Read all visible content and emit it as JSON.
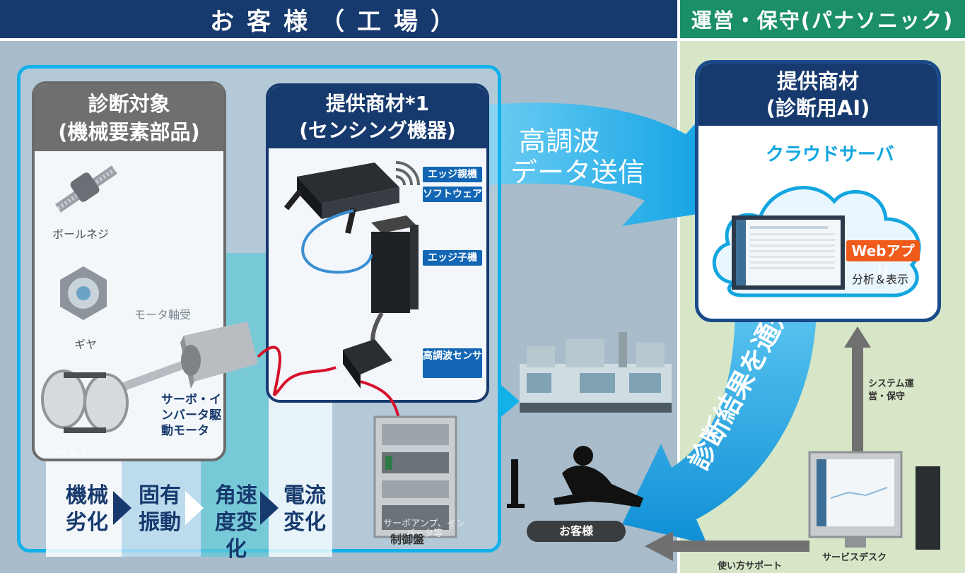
{
  "header": {
    "customer": "お客様（工場）",
    "operation": "運営・保守(パナソニック)"
  },
  "diagnosis": {
    "title_line1": "診断対象",
    "title_line2": "(機械要素部品)",
    "parts": {
      "ball_screw": "ボールネジ",
      "gear": "ギヤ",
      "motor_bearing": "モータ軸受",
      "belt": "ベルト",
      "servo_motor": "サーボ・インバータ駆動モータ"
    },
    "stages": [
      "機械劣化",
      "固有振動",
      "角速度変化",
      "電流変化"
    ]
  },
  "sensing": {
    "title_line1": "提供商材*1",
    "title_line2": "(センシング機器)",
    "tags": {
      "edge_parent": "エッジ親機",
      "software": "ソフトウェア",
      "edge_child": "エッジ子機",
      "hf_sensor": "高調波センサ"
    }
  },
  "flow": {
    "send_line1": "高調波",
    "send_line2": "データ送信",
    "notify": "診断結果を通知"
  },
  "equipment": {
    "control_panel": "制御盤",
    "control_panel_ghost": "サーボアンプ、インバータ等",
    "customer": "お客様"
  },
  "ai": {
    "title_line1": "提供商材",
    "title_line2": "(診断用AI)",
    "cloud_server": "クラウドサーバ",
    "web_app": "Webアプリ",
    "analysis": "分析＆表示"
  },
  "support": {
    "system": "システム運営・保守",
    "usage_support": "使い方サポート",
    "service_desk": "サービスデスク"
  },
  "colors": {
    "navy": "#173a6e",
    "green": "#1b8f6a",
    "cyan": "#12b1ea",
    "orange": "#f05a1a"
  }
}
